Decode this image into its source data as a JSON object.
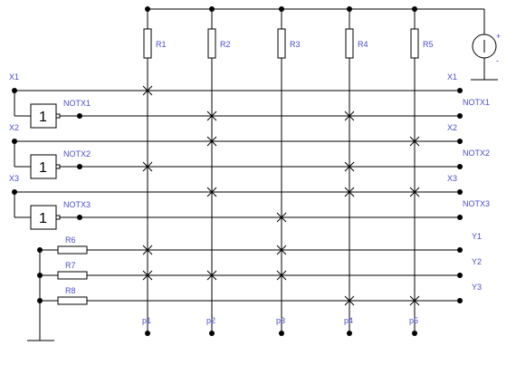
{
  "labels": {
    "inputs": [
      "X1",
      "X2",
      "X3"
    ],
    "inverters": [
      "NOTX1",
      "NOTX2",
      "NOTX3"
    ],
    "inverter_symbol": "1",
    "resistors_top": [
      "R1",
      "R2",
      "R3",
      "R4",
      "R5"
    ],
    "resistors_left": [
      "R6",
      "R7",
      "R8"
    ],
    "right_rows": [
      "X1",
      "NOTX1",
      "X2",
      "NOTX2",
      "X3",
      "NOTX3",
      "Y1",
      "Y2",
      "Y3"
    ],
    "columns_bottom": [
      "p1",
      "p2",
      "p3",
      "p4",
      "p5"
    ],
    "supply_plus": "+",
    "supply_minus": "-"
  },
  "matrix": {
    "rows": [
      "X1",
      "NOTX1",
      "X2",
      "NOTX2",
      "X3",
      "NOTX3",
      "Y1",
      "Y2",
      "Y3"
    ],
    "columns": [
      "p1",
      "p2",
      "p3",
      "p4",
      "p5"
    ],
    "crosspoints": {
      "X1": [
        "p1"
      ],
      "NOTX1": [
        "p2",
        "p4"
      ],
      "X2": [
        "p2",
        "p5"
      ],
      "NOTX2": [
        "p1",
        "p4"
      ],
      "X3": [
        "p2",
        "p4",
        "p5"
      ],
      "NOTX3": [
        "p3"
      ],
      "Y1": [
        "p1",
        "p3"
      ],
      "Y2": [
        "p1",
        "p2",
        "p3"
      ],
      "Y3": [
        "p4",
        "p5"
      ]
    }
  },
  "colors": {
    "wire": "#000000",
    "label": "#4b4bd0",
    "background": "#ffffff"
  }
}
